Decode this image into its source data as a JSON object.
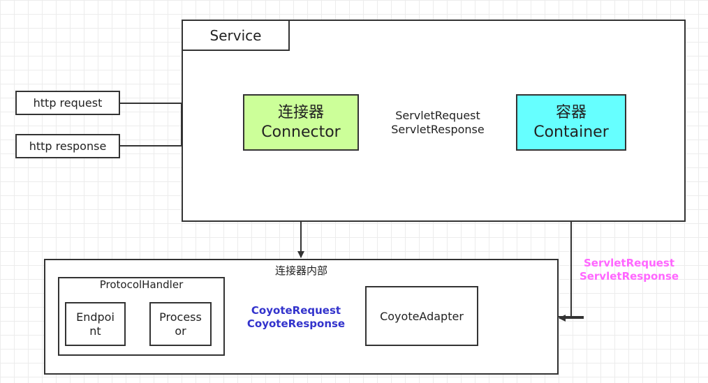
{
  "service": {
    "title": "Service"
  },
  "inputs": {
    "request": "http request",
    "response": "http response"
  },
  "connector": {
    "name_cn": "连接器",
    "name_en": "Connector"
  },
  "container": {
    "name_cn": "容器",
    "name_en": "Container"
  },
  "servlet_edge": {
    "line1": "ServletRequest",
    "line2": "ServletResponse"
  },
  "internals": {
    "title": "连接器内部",
    "protocol_handler": {
      "title": "ProtocolHandler"
    },
    "endpoint": {
      "line1": "Endpoi",
      "line2": "nt"
    },
    "processor": {
      "line1": "Process",
      "line2": "or"
    },
    "coyote_adapter": {
      "label": "CoyoteAdapter"
    }
  },
  "coyote_edge": {
    "line1": "CoyoteRequest",
    "line2": "CoyoteResponse",
    "color": "#3333cc"
  },
  "external_servlet_edge": {
    "line1": "ServletRequest",
    "line2": "ServletResponse",
    "color": "#ff66ff"
  },
  "colors": {
    "connector_fill": "#ccff99",
    "container_fill": "#66ffff",
    "line": "#333333"
  }
}
